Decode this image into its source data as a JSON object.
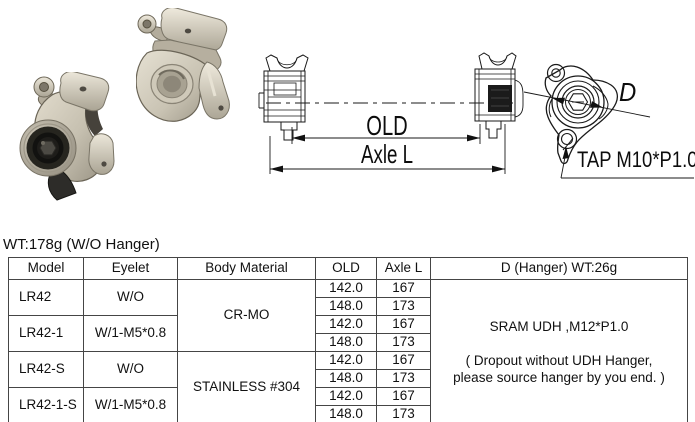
{
  "page": {
    "wt_note": "WT:178g (W/O Hanger)"
  },
  "drawing": {
    "old_label": "OLD",
    "axle_label": "Axle L",
    "d_label": "D",
    "tap_label": "TAP M10*P1.0"
  },
  "table": {
    "headers": {
      "model": "Model",
      "eyelet": "Eyelet",
      "material": "Body Material",
      "old": "OLD",
      "axle": "Axle L",
      "hanger": "D (Hanger) WT:26g"
    },
    "materials": [
      {
        "label": "CR-MO"
      },
      {
        "label": "STAINLESS #304"
      }
    ],
    "groups": [
      {
        "model": "LR42",
        "eyelet": "W/O",
        "sub": [
          {
            "old": "142.0",
            "axle": "167"
          },
          {
            "old": "148.0",
            "axle": "173"
          }
        ]
      },
      {
        "model": "LR42-1",
        "eyelet": "W/1-M5*0.8",
        "sub": [
          {
            "old": "142.0",
            "axle": "167"
          },
          {
            "old": "148.0",
            "axle": "173"
          }
        ]
      },
      {
        "model": "LR42-S",
        "eyelet": "W/O",
        "sub": [
          {
            "old": "142.0",
            "axle": "167"
          },
          {
            "old": "148.0",
            "axle": "173"
          }
        ]
      },
      {
        "model": "LR42-1-S",
        "eyelet": "W/1-M5*0.8",
        "sub": [
          {
            "old": "142.0",
            "axle": "167"
          },
          {
            "old": "148.0",
            "axle": "173"
          }
        ]
      }
    ],
    "hanger_cell": {
      "line1": "SRAM UDH ,M12*P1.0",
      "line2": "( Dropout without UDH Hanger,",
      "line3": "please source hanger by you end. )"
    }
  },
  "colors": {
    "line": "#1a1a1a",
    "table_border": "#454545",
    "render_light": "#d8d2c3",
    "render_mid": "#bdb6a6",
    "render_dark": "#7b766a"
  }
}
